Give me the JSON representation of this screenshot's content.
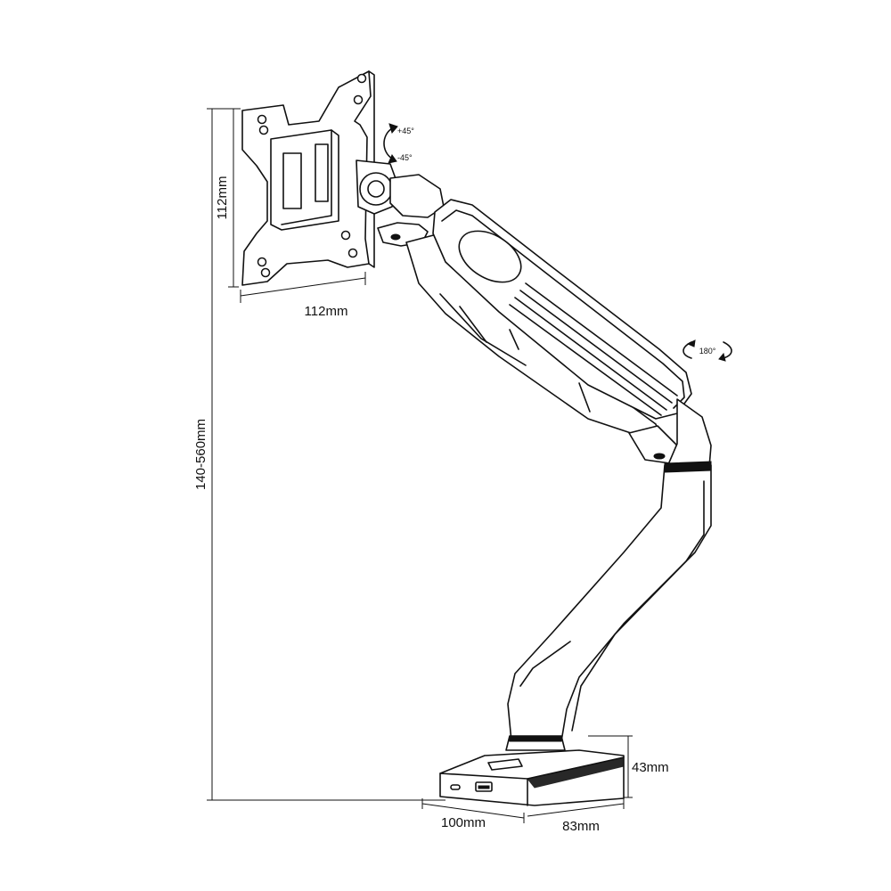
{
  "dimensions": {
    "plate_height": "112mm",
    "plate_width": "112mm",
    "height_range": "140-560mm",
    "base_height": "43mm",
    "base_depth": "100mm",
    "base_width": "83mm"
  },
  "rotation": {
    "tilt_up": "+45°",
    "tilt_down": "-45°",
    "swivel": "180°"
  },
  "icons": [
    "tilt-arrow-icon",
    "swivel-arrow-icon",
    "usb-port-icon",
    "usb-c-port-icon"
  ]
}
